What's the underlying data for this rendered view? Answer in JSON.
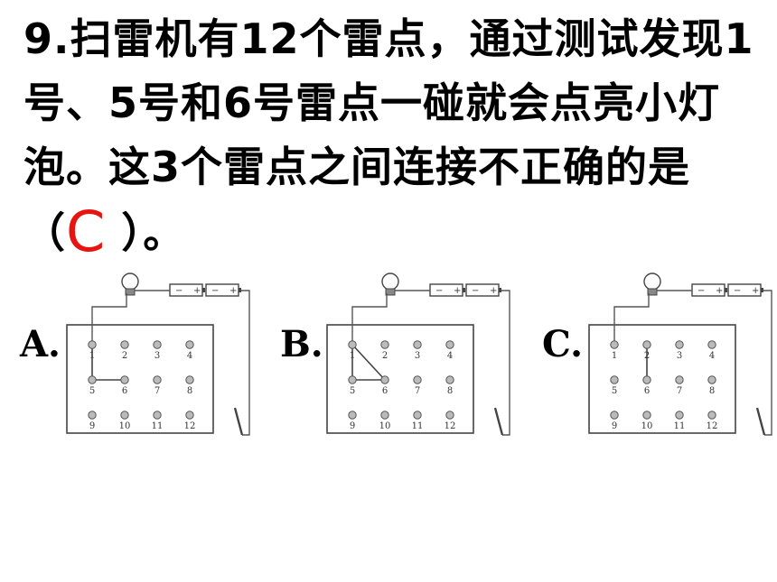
{
  "question": {
    "prefix": "9.扫雷机有12个雷点，通过测试发现1号、5号和6号雷点一碰就会点亮小灯泡。这3个雷点之间连接不正确的是（",
    "answer": "C",
    "suffix": " ）。"
  },
  "battery": {
    "minus": "−",
    "plus": "+"
  },
  "numbers": [
    "1",
    "2",
    "3",
    "4",
    "5",
    "6",
    "7",
    "8",
    "9",
    "10",
    "11",
    "12"
  ],
  "options": [
    {
      "label": "A.",
      "connections": [
        [
          1,
          5
        ],
        [
          5,
          6
        ]
      ],
      "wire_to": 1
    },
    {
      "label": "B.",
      "connections": [
        [
          1,
          5
        ],
        [
          5,
          6
        ],
        [
          1,
          6
        ]
      ],
      "wire_to": 1
    },
    {
      "label": "C.",
      "connections": [
        [
          2,
          6
        ]
      ],
      "wire_to": 1
    }
  ]
}
